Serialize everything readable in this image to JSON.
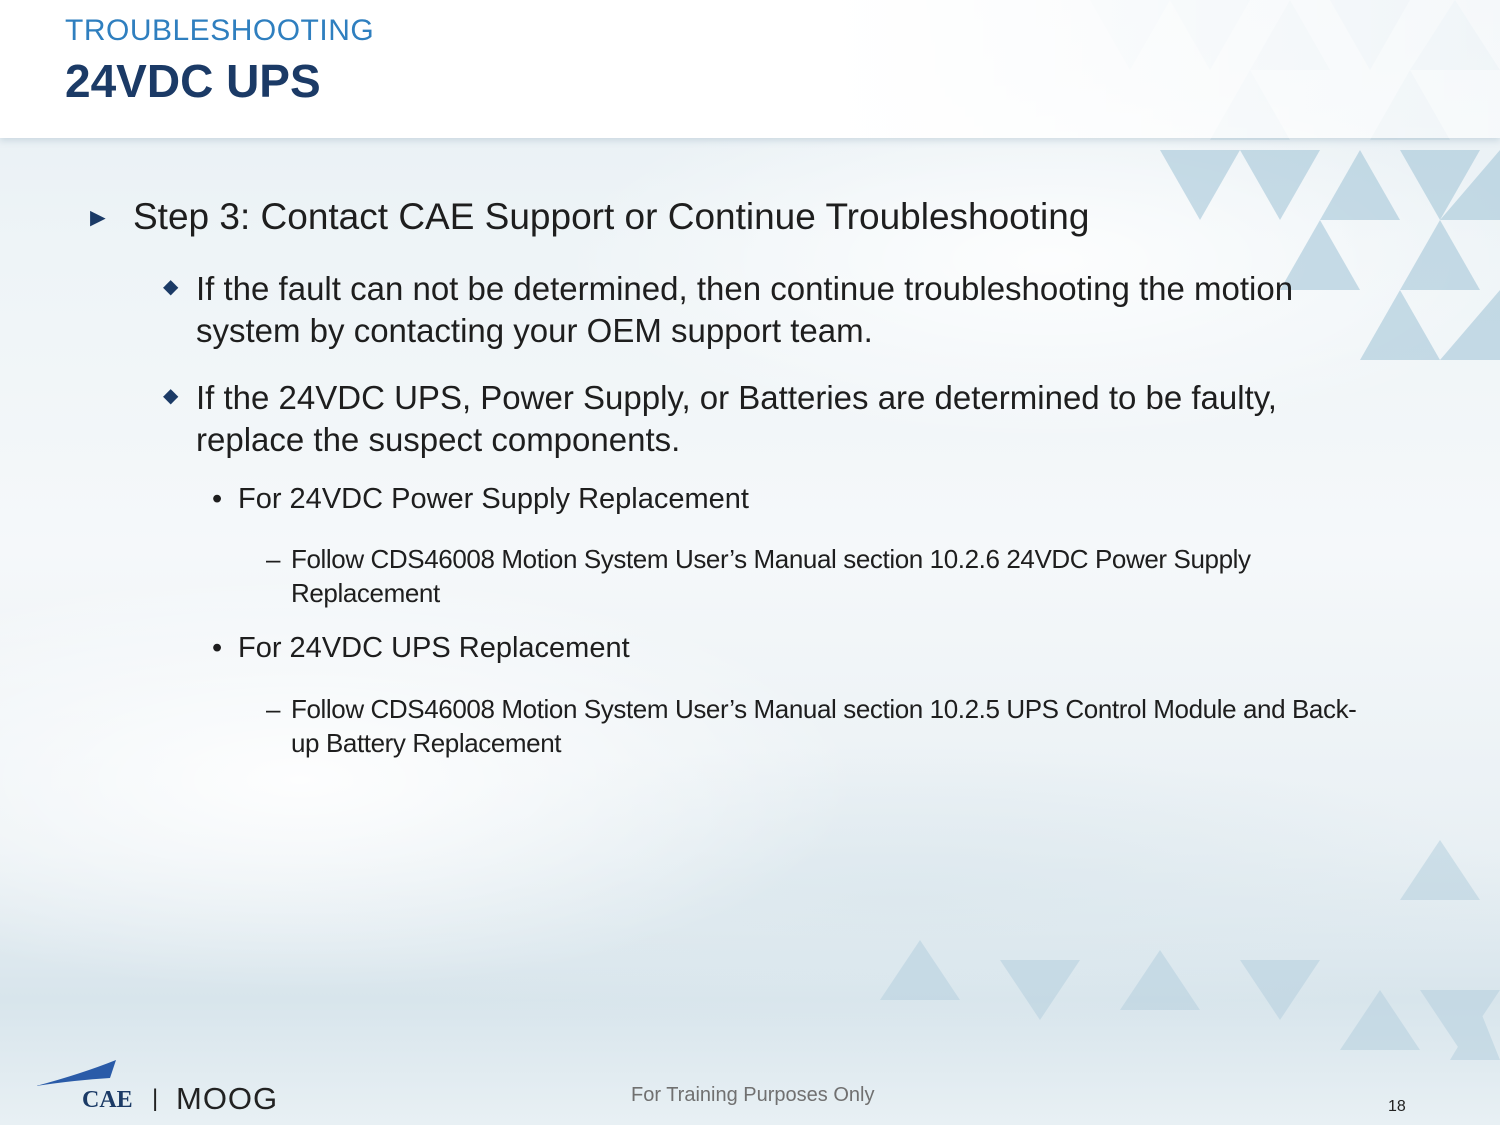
{
  "header": {
    "kicker": "TROUBLESHOOTING",
    "title": "24VDC UPS"
  },
  "content": {
    "step": {
      "marker": "►",
      "text": "Step 3: Contact CAE Support or Continue Troubleshooting"
    },
    "items": [
      {
        "marker": "◆",
        "text": "If the fault can not be determined, then continue troubleshooting the motion system by contacting your OEM support team."
      },
      {
        "marker": "◆",
        "text": "If the 24VDC UPS, Power Supply, or Batteries are determined to be faulty, replace the suspect components."
      }
    ],
    "subitems": [
      {
        "marker": "•",
        "text": "For 24VDC Power Supply Replacement",
        "detail_marker": "–",
        "detail": "Follow CDS46008 Motion System User’s Manual section 10.2.6 24VDC Power Supply Replacement"
      },
      {
        "marker": "•",
        "text": "For 24VDC UPS Replacement",
        "detail_marker": "–",
        "detail": "Follow CDS46008 Motion System User’s Manual section 10.2.5 UPS Control Module and Back-up Battery Replacement"
      }
    ]
  },
  "footer": {
    "logo_left": "CAE",
    "logo_separator": "|",
    "logo_right": "MOOG",
    "notice": "For Training Purposes Only",
    "page_number": "18"
  },
  "colors": {
    "title": "#1b3a66",
    "kicker": "#2f7fbf",
    "logo_blue": "#2a5ba8"
  }
}
